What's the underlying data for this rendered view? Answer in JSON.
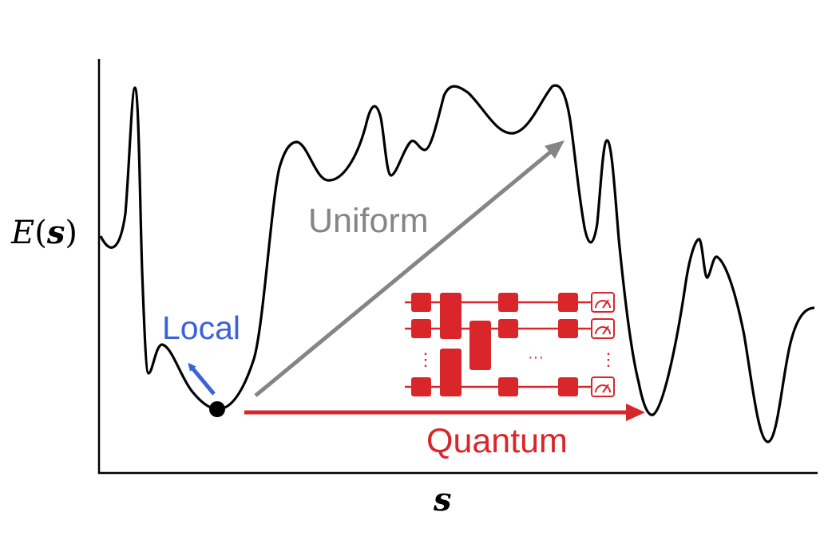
{
  "axes": {
    "y_label_fn": "E",
    "y_label_open": "(",
    "y_label_var": "s",
    "y_label_close": ")",
    "x_label": "s"
  },
  "arrows": {
    "local": {
      "label": "Local",
      "color": "#3b63d9"
    },
    "uniform": {
      "label": "Uniform",
      "color": "#858585"
    },
    "quantum": {
      "label": "Quantum",
      "color": "#d8262b"
    }
  },
  "circuit": {
    "color": "#d8262b",
    "ellipsis_h": "···",
    "ellipsis_v": "⋮"
  },
  "colors": {
    "curve": "#000000",
    "start_point": "#000000"
  }
}
